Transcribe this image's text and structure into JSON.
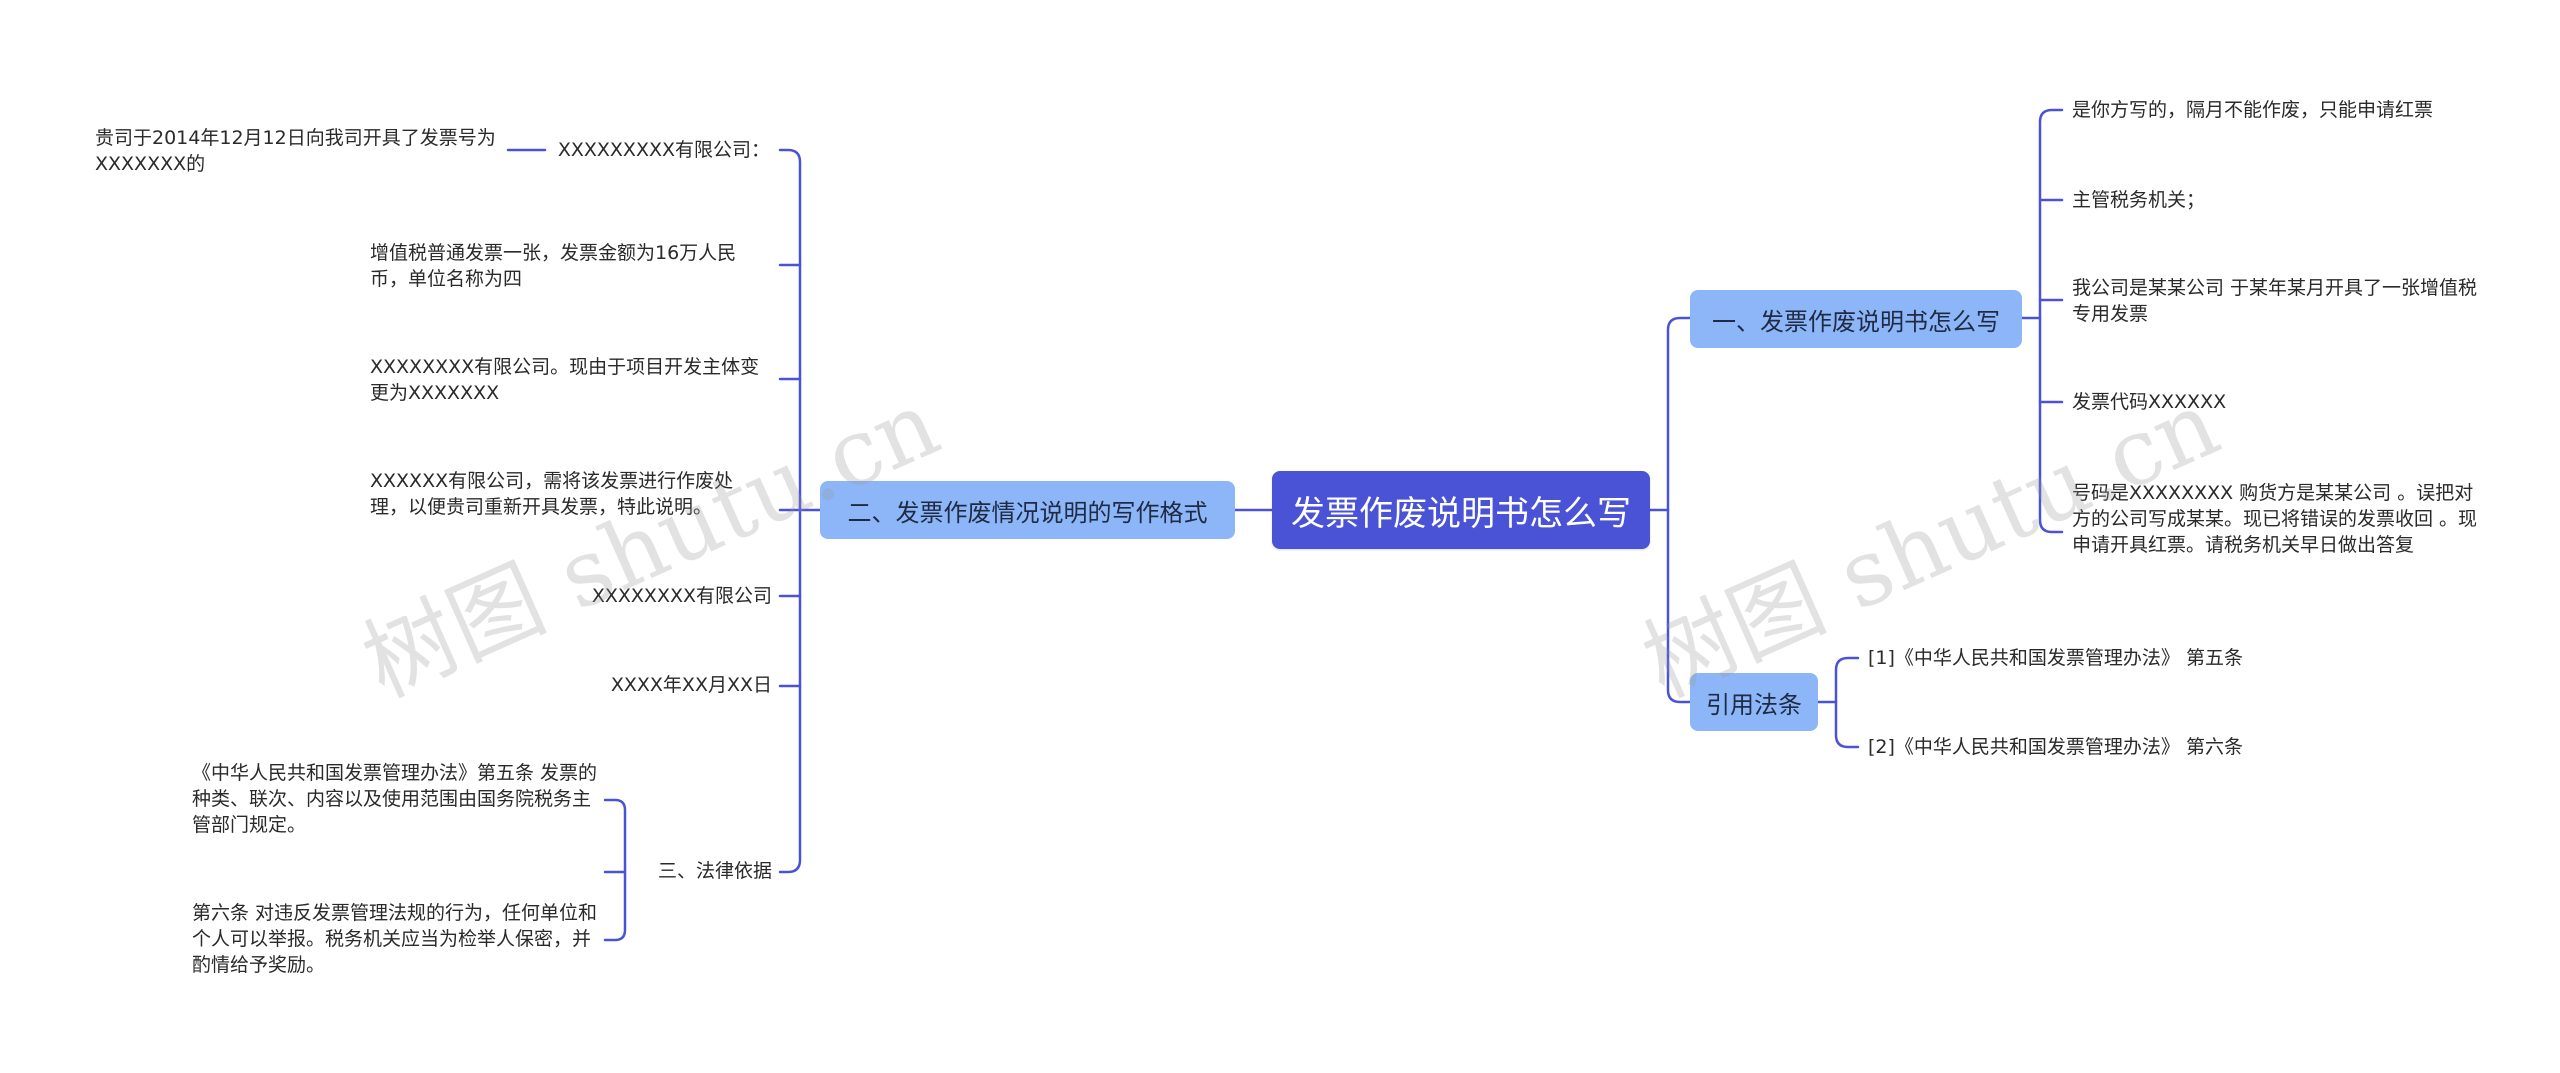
{
  "root": {
    "label": "发票作废说明书怎么写"
  },
  "left": {
    "branch": {
      "label": "二、发票作废情况说明的写作格式"
    },
    "items": [
      "XXXXXXXXX有限公司：",
      "增值税普通发票一张，发票金额为16万人民币，单位名称为四",
      "XXXXXXXX有限公司。现由于项目开发主体变更为XXXXXXX",
      "XXXXXX有限公司，需将该发票进行作废处理，以便贵司重新开具发票，特此说明。",
      "XXXXXXXX有限公司",
      "XXXX年XX月XX日",
      "三、法律依据"
    ],
    "first_sub": "贵司于2014年12月12日向我司开具了发票号为XXXXXXX的",
    "law_subs": [
      "《中华人民共和国发票管理办法》第五条 发票的种类、联次、内容以及使用范围由国务院税务主管部门规定。",
      "第六条 对违反发票管理法规的行为，任何单位和个人可以举报。税务机关应当为检举人保密，并酌情给予奖励。"
    ]
  },
  "right": {
    "branch1": {
      "label": "一、发票作废说明书怎么写",
      "items": [
        "是你方写的，隔月不能作废，只能申请红票",
        "主管税务机关；",
        "我公司是某某公司 于某年某月开具了一张增值税专用发票",
        "发票代码XXXXXX",
        "号码是XXXXXXXX 购货方是某某公司 。误把对方的公司写成某某。现已将错误的发票收回 。现申请开具红票。请税务机关早日做出答复"
      ]
    },
    "branch2": {
      "label": "引用法条",
      "items": [
        "[1]《中华人民共和国发票管理办法》 第五条",
        "[2]《中华人民共和国发票管理办法》 第六条"
      ]
    }
  },
  "watermark": "树图 shutu.cn",
  "colors": {
    "root": "#4a52d6",
    "branch": "#8db6f8",
    "line": "#4a52d6"
  }
}
